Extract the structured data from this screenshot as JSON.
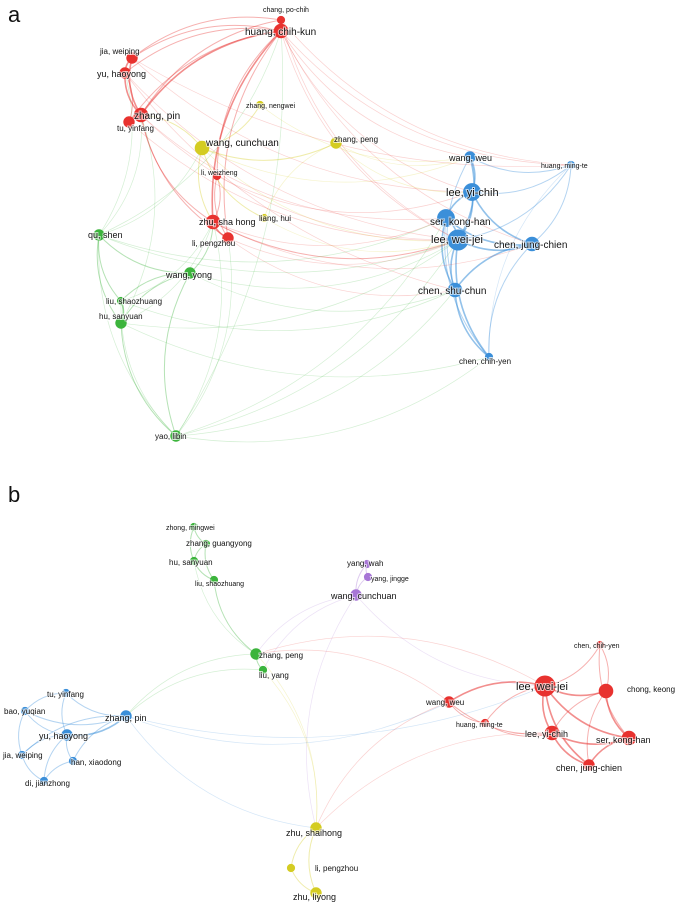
{
  "colors": {
    "red": "#e8322f",
    "blue": "#3b8fd9",
    "green": "#3cb43c",
    "yellow": "#d4cc22",
    "purple": "#a776d6"
  },
  "panels": [
    {
      "letter": "a",
      "nodes": [
        {
          "id": "chang-po-chih",
          "label": "chang, po-chih",
          "cluster": "red",
          "weight": 1
        },
        {
          "id": "huang-chih-kun",
          "label": "huang, chih-kun",
          "cluster": "red",
          "weight": 3
        },
        {
          "id": "jia-weiping",
          "label": "jia, weiping",
          "cluster": "red",
          "weight": 2
        },
        {
          "id": "yu-haoyong",
          "label": "yu, haoyong",
          "cluster": "red",
          "weight": 2
        },
        {
          "id": "zhang-pin",
          "label": "zhang, pin",
          "cluster": "red",
          "weight": 3
        },
        {
          "id": "tu-yinfang",
          "label": "tu, yinfang",
          "cluster": "red",
          "weight": 2
        },
        {
          "id": "zhang-nengwei",
          "label": "zhang, nengwei",
          "cluster": "yellow",
          "weight": 1
        },
        {
          "id": "wang-cunchuan",
          "label": "wang, cunchuan",
          "cluster": "yellow",
          "weight": 3
        },
        {
          "id": "zhang-peng",
          "label": "zhang, peng",
          "cluster": "yellow",
          "weight": 2
        },
        {
          "id": "li-weizheng",
          "label": "li, weizheng",
          "cluster": "red",
          "weight": 1
        },
        {
          "id": "zhu-shaihong",
          "label": "zhu, sha hong",
          "cluster": "red",
          "weight": 3
        },
        {
          "id": "liang-hui",
          "label": "liang, hui",
          "cluster": "yellow",
          "weight": 1
        },
        {
          "id": "li-pengzhou",
          "label": "li, pengzhou",
          "cluster": "red",
          "weight": 2
        },
        {
          "id": "qu-shen",
          "label": "qu, shen",
          "cluster": "green",
          "weight": 2
        },
        {
          "id": "wang-yong",
          "label": "wang, yong",
          "cluster": "green",
          "weight": 2
        },
        {
          "id": "liu-shaozhuang",
          "label": "liu, shaozhuang",
          "cluster": "green",
          "weight": 1
        },
        {
          "id": "hu-sanyuan",
          "label": "hu, sanyuan",
          "cluster": "green",
          "weight": 2
        },
        {
          "id": "yao-libin",
          "label": "yao, libin",
          "cluster": "green",
          "weight": 2
        },
        {
          "id": "wang-weu",
          "label": "wang, weu",
          "cluster": "blue",
          "weight": 2
        },
        {
          "id": "huang-ming-te",
          "label": "huang, ming-te",
          "cluster": "blue",
          "weight": 1
        },
        {
          "id": "lee-yi-chih",
          "label": "lee, yi-chih",
          "cluster": "blue",
          "weight": 4
        },
        {
          "id": "ser-kong-han",
          "label": "ser, kong-han",
          "cluster": "blue",
          "weight": 4
        },
        {
          "id": "lee-wei-jei",
          "label": "lee, wei-jei",
          "cluster": "blue",
          "weight": 5
        },
        {
          "id": "chen-jung-chien",
          "label": "chen, jung-chien",
          "cluster": "blue",
          "weight": 3
        },
        {
          "id": "chen-shu-chun",
          "label": "chen, shu-chun",
          "cluster": "blue",
          "weight": 3
        },
        {
          "id": "chen-chih-yen",
          "label": "chen, chih-yen",
          "cluster": "blue",
          "weight": 1
        }
      ]
    },
    {
      "letter": "b",
      "nodes": [
        {
          "id": "zhong-mingwei",
          "label": "zhong, mingwei",
          "cluster": "green",
          "weight": 1
        },
        {
          "id": "zhang-guangyong",
          "label": "zhang, guangyong",
          "cluster": "green",
          "weight": 1
        },
        {
          "id": "hu-sanyuan",
          "label": "hu, sanyuan",
          "cluster": "green",
          "weight": 1
        },
        {
          "id": "liu-shaozhuang",
          "label": "liu, shaozhuang",
          "cluster": "green",
          "weight": 1
        },
        {
          "id": "zhang-peng",
          "label": "zhang, peng",
          "cluster": "green",
          "weight": 2
        },
        {
          "id": "liu-yang",
          "label": "liu, yang",
          "cluster": "green",
          "weight": 1
        },
        {
          "id": "yang-wah",
          "label": "yang, wah",
          "cluster": "purple",
          "weight": 1
        },
        {
          "id": "yang-jingge",
          "label": "yang, jingge",
          "cluster": "purple",
          "weight": 1
        },
        {
          "id": "wang-cunchuan",
          "label": "wang, cunchuan",
          "cluster": "purple",
          "weight": 2
        },
        {
          "id": "tu-yinfang",
          "label": "tu, yinfang",
          "cluster": "blue",
          "weight": 1
        },
        {
          "id": "bao-yuqian",
          "label": "bao, yuqian",
          "cluster": "blue",
          "weight": 1
        },
        {
          "id": "zhang-pin",
          "label": "zhang, pin",
          "cluster": "blue",
          "weight": 2
        },
        {
          "id": "yu-haoyong",
          "label": "yu, haoyong",
          "cluster": "blue",
          "weight": 2
        },
        {
          "id": "jia-weiping",
          "label": "jia, weiping",
          "cluster": "blue",
          "weight": 1
        },
        {
          "id": "han-xiaodong",
          "label": "han, xiaodong",
          "cluster": "blue",
          "weight": 1
        },
        {
          "id": "di-jianzhong",
          "label": "di, jianzhong",
          "cluster": "blue",
          "weight": 1
        },
        {
          "id": "wang-weu",
          "label": "wang, weu",
          "cluster": "red",
          "weight": 2
        },
        {
          "id": "huang-ming-te",
          "label": "huang, ming-te",
          "cluster": "red",
          "weight": 1
        },
        {
          "id": "lee-wei-jei",
          "label": "lee, wei-jei",
          "cluster": "red",
          "weight": 5
        },
        {
          "id": "chen-chih-yen",
          "label": "chen, chih-yen",
          "cluster": "red",
          "weight": 1
        },
        {
          "id": "chong-keong",
          "label": "chong, keong",
          "cluster": "red",
          "weight": 3
        },
        {
          "id": "lee-yi-chih",
          "label": "lee, yi-chih",
          "cluster": "red",
          "weight": 3
        },
        {
          "id": "ser-kong-han",
          "label": "ser, kong-han",
          "cluster": "red",
          "weight": 3
        },
        {
          "id": "chen-jung-chien",
          "label": "chen, jung-chien",
          "cluster": "red",
          "weight": 2
        },
        {
          "id": "zhu-shaihong",
          "label": "zhu, shaihong",
          "cluster": "yellow",
          "weight": 2
        },
        {
          "id": "li-pengzhou",
          "label": "li, pengzhou",
          "cluster": "yellow",
          "weight": 1
        },
        {
          "id": "zhu-liyong",
          "label": "zhu, liyong",
          "cluster": "yellow",
          "weight": 2
        }
      ]
    }
  ]
}
